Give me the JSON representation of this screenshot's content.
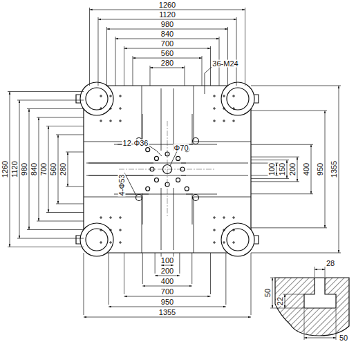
{
  "diagram": {
    "labels": [
      "1260",
      "1120",
      "980",
      "840",
      "700",
      "560",
      "280",
      "36-M24",
      "1260",
      "1120",
      "980",
      "840",
      "700",
      "560",
      "280",
      "12-Φ36",
      "Φ70",
      "4-Φ53",
      "100",
      "150",
      "200",
      "400",
      "950",
      "1355",
      "100",
      "200",
      "400",
      "700",
      "950",
      "1355",
      "28",
      "50",
      "22",
      "50"
    ]
  }
}
